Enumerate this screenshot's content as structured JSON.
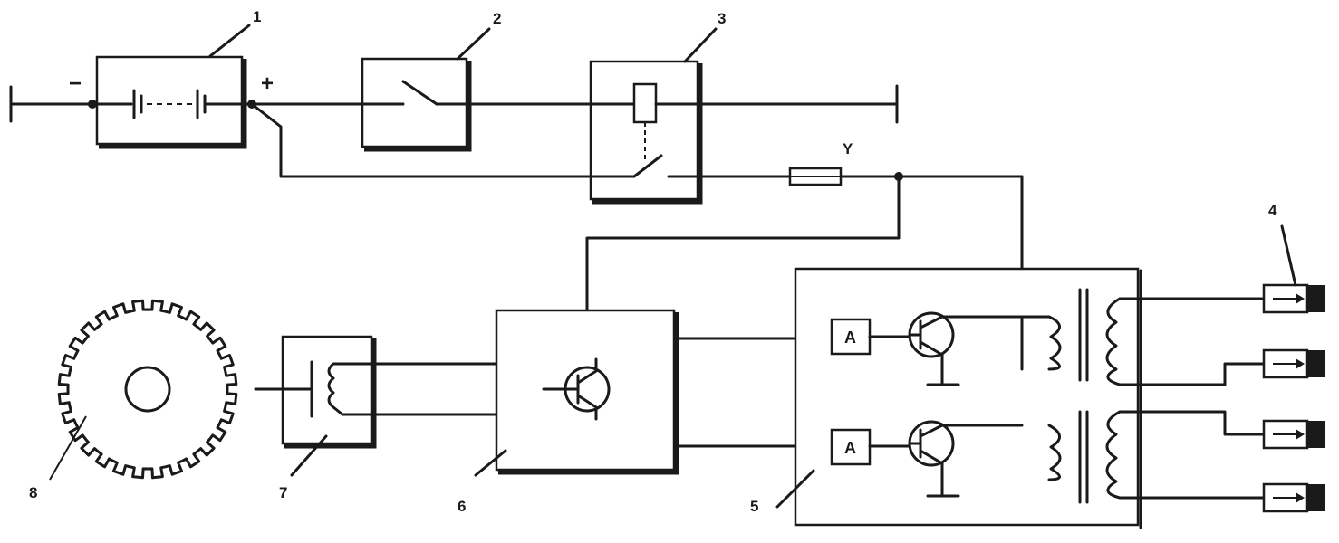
{
  "labels": {
    "n1": "1",
    "n2": "2",
    "n3": "3",
    "n4": "4",
    "n5": "5",
    "n6": "6",
    "n7": "7",
    "n8": "8",
    "fuse": "Y",
    "minus": "−",
    "plus": "+",
    "amp_top": "A",
    "amp_bottom": "A"
  }
}
